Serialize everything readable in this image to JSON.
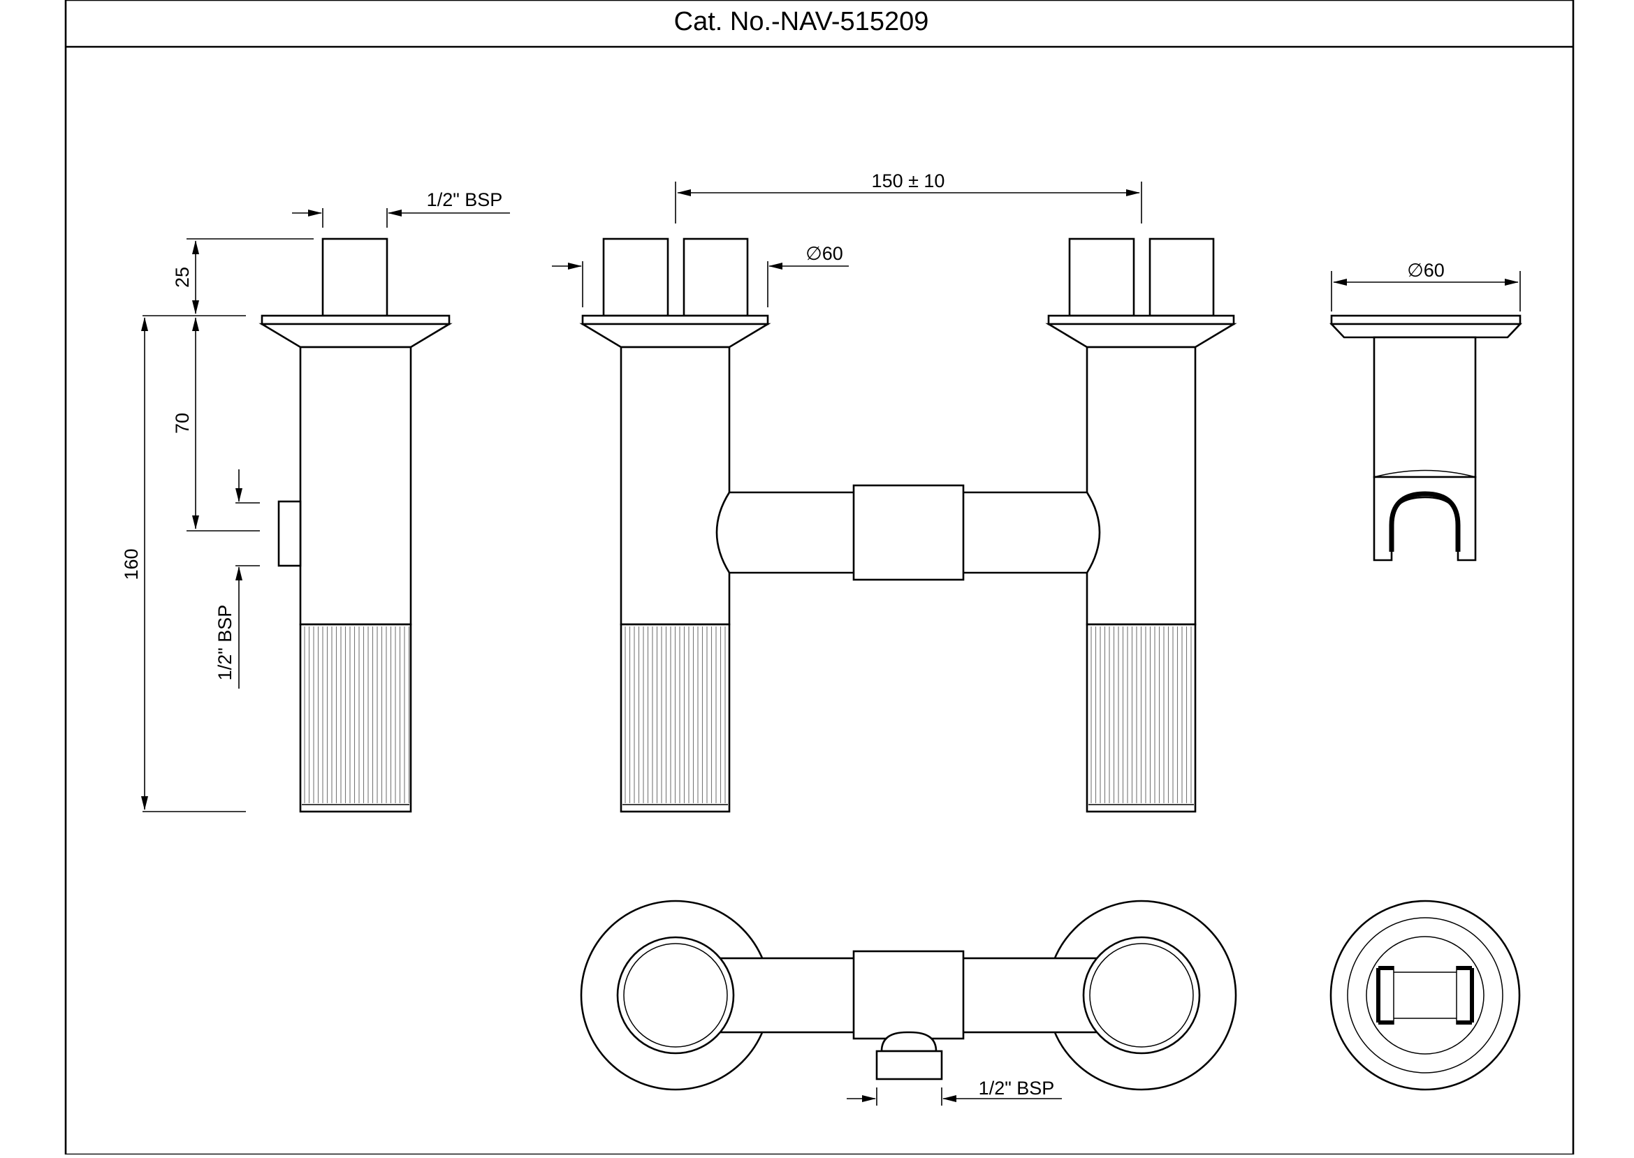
{
  "title": "Cat. No.-NAV-515209",
  "dimensions": {
    "height_total": "160",
    "height_body": "70",
    "height_nut": "25",
    "thread_top_side": "1/2\" BSP",
    "thread_outlet_side": "1/2\" BSP",
    "centres": "150 ± 10",
    "flange_front": "∅60",
    "flange_holder": "∅60",
    "thread_outlet_top": "1/2\" BSP"
  }
}
